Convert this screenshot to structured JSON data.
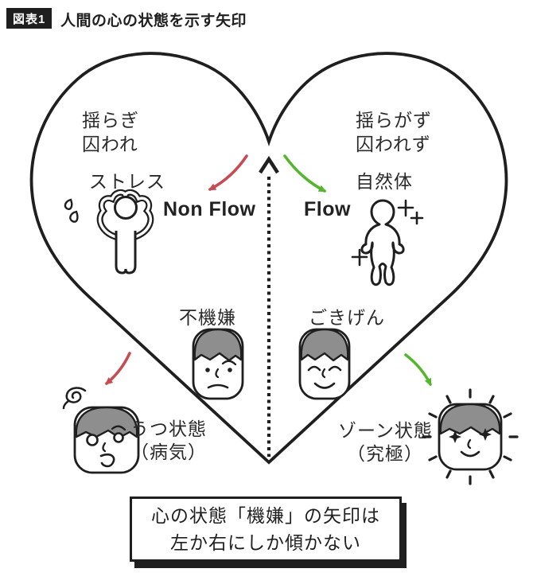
{
  "figure": {
    "badge": "図表1",
    "title": "人間の心の状態を示す矢印"
  },
  "heart": {
    "left": {
      "condition_lines": [
        "揺らぎ",
        "囚われ"
      ],
      "state_label": "ストレス",
      "flow_label": "Non Flow",
      "mood_label": "不機嫌"
    },
    "right": {
      "condition_lines": [
        "揺らがず",
        "囚われず"
      ],
      "state_label": "自然体",
      "flow_label": "Flow",
      "mood_label": "ごきげん"
    }
  },
  "outcomes": {
    "left": {
      "lines": [
        "うつ状態",
        "（病気）"
      ]
    },
    "right": {
      "lines": [
        "ゾーン状態",
        "（究極）"
      ]
    }
  },
  "caption": {
    "lines": [
      "心の状態「機嫌」の矢印は",
      "左か右にしか傾かない"
    ]
  },
  "icons": {
    "stressed-person-icon": "person clutching head with sweat drops",
    "relaxed-person-icon": "standing person with plus sparkles",
    "grumpy-face-icon": "worried frowning face",
    "cheerful-face-icon": "smiling face with happy eyes",
    "depressed-face-icon": "dazed face with scribble swirl",
    "zone-face-icon": "face with star eyes and radiating dashes",
    "center-arrow-icon": "dotted vertical arrow pointing up",
    "left-tilt-arrow-icon": "red curved arrow",
    "right-tilt-arrow-icon": "green curved arrow"
  },
  "colors": {
    "ink": "#1f1f1f",
    "accent_red": "#c84b53",
    "accent_green": "#54b52f",
    "hair_gray": "#8e8e8e",
    "paper": "#ffffff"
  }
}
